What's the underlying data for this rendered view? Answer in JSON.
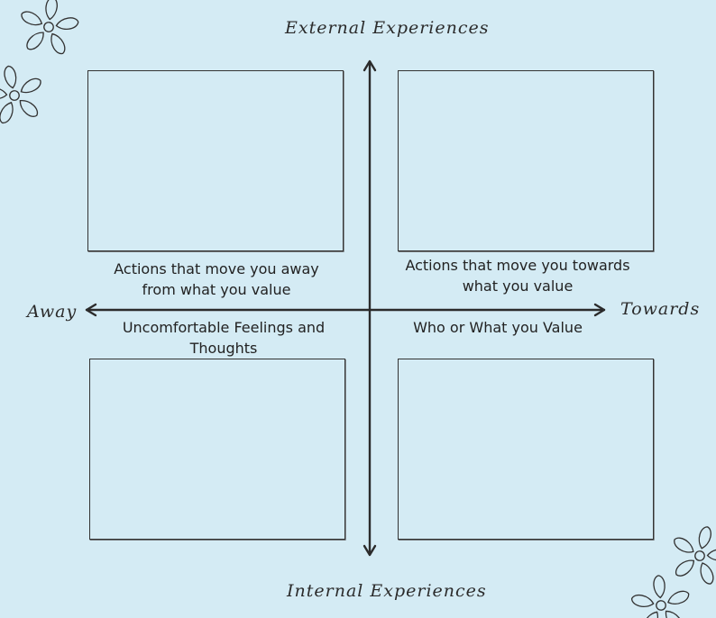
{
  "diagram": {
    "axes": {
      "top": "External Experiences",
      "bottom": "Internal Experiences",
      "left": "Away",
      "right": "Towards"
    },
    "quadrants": {
      "top_left": "Actions that move you away from what you value",
      "top_right": "Actions that move you towards what you value",
      "bottom_left": "Uncomfortable Feelings and Thoughts",
      "bottom_right": "Who or What you Value"
    },
    "background_color": "#d4ebf4",
    "line_color": "#2b2b2b",
    "decorations": [
      "flower-icon",
      "flower-icon",
      "flower-icon",
      "flower-icon"
    ]
  }
}
